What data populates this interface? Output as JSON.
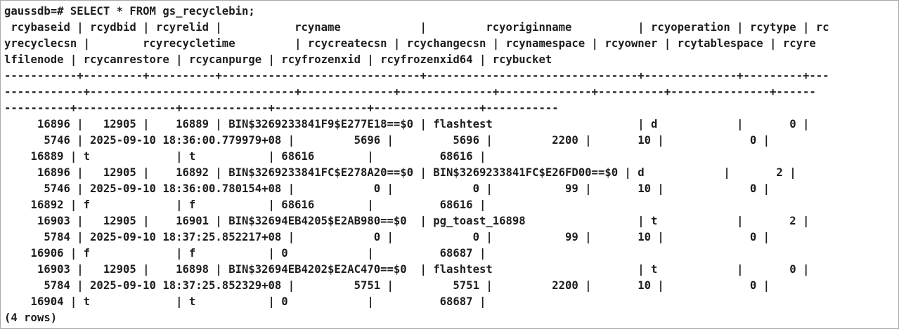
{
  "terminal": {
    "lines": [
      "gaussdb=# SELECT * FROM gs_recyclebin;",
      " rcybaseid | rcydbid | rcyrelid |           rcyname            |         rcyoriginname          | rcyoperation | rcytype | rc",
      "yrecyclecsn |        rcyrecycletime         | rcycreatecsn | rcychangecsn | rcynamespace | rcyowner | rcytablespace | rcyre",
      "lfilenode | rcycanrestore | rcycanpurge | rcyfrozenxid | rcyfrozenxid64 | rcybucket",
      "-----------+---------+----------+------------------------------+--------------------------------+--------------+---------+---",
      "------------+-------------------------------+--------------+--------------+--------------+----------+---------------+------",
      "----------+---------------+-------------+--------------+----------------+-----------",
      "     16896 |   12905 |    16889 | BIN$3269233841F9$E277E18==$0 | flashtest                      | d            |       0 |",
      "      5746 | 2025-09-10 18:36:00.779979+08 |         5696 |         5696 |         2200 |       10 |             0 |",
      "    16889 | t             | t           | 68616        |          68616 |",
      "     16896 |   12905 |    16892 | BIN$3269233841FC$E278A20==$0 | BIN$3269233841FC$E26FD00==$0 | d            |       2 |",
      "      5746 | 2025-09-10 18:36:00.780154+08 |            0 |            0 |           99 |       10 |             0 |",
      "    16892 | f             | f           | 68616        |          68616 |",
      "     16903 |   12905 |    16901 | BIN$32694EB4205$E2AB980==$0  | pg_toast_16898                 | t            |       2 |",
      "      5784 | 2025-09-10 18:37:25.852217+08 |            0 |            0 |           99 |       10 |             0 |",
      "    16906 | f             | f           | 0            |          68687 |",
      "     16903 |   12905 |    16898 | BIN$32694EB4202$E2AC470==$0  | flashtest                      | t            |       0 |",
      "      5784 | 2025-09-10 18:37:25.852329+08 |         5751 |         5751 |         2200 |       10 |             0 |",
      "    16904 | t             | t           | 0            |          68687 |",
      "(4 rows)"
    ]
  }
}
